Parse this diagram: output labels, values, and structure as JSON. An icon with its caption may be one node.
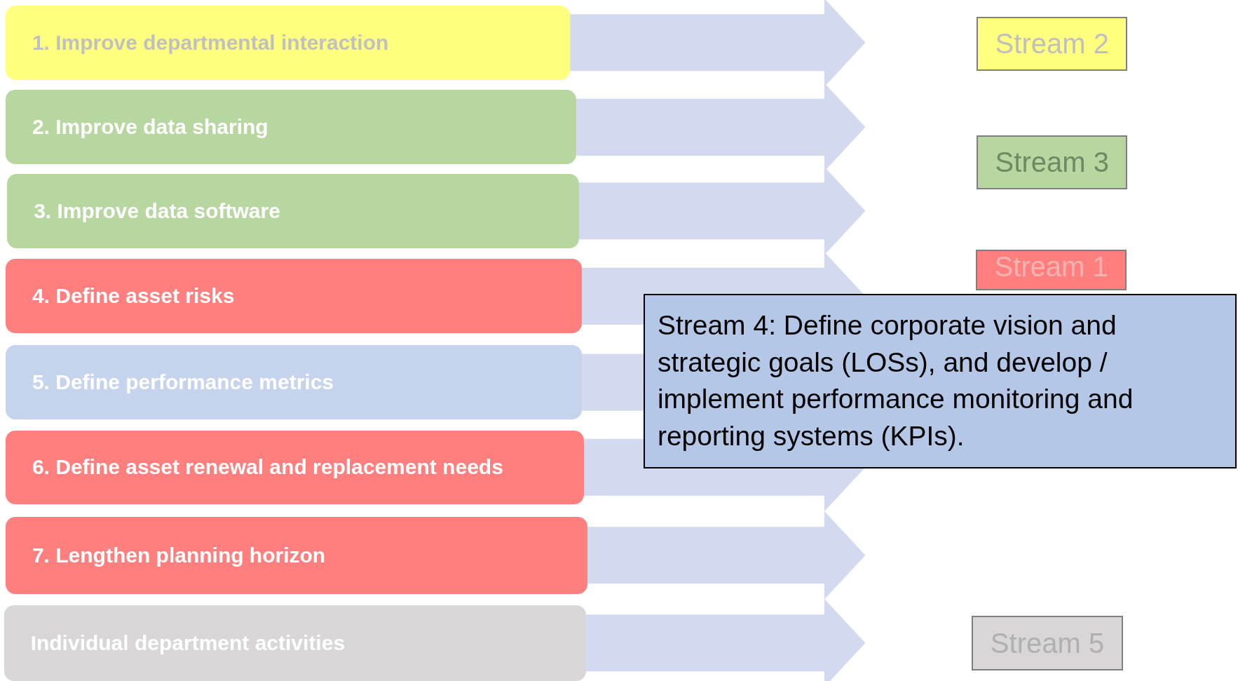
{
  "diagram": {
    "nodes": [
      {
        "text": [
          "1. Improve departmental interaction"
        ]
      },
      {
        "text": [
          "2. Improve data sharing"
        ]
      },
      {
        "text": [
          "3. Improve data software"
        ]
      },
      {
        "text": [
          "4. Define asset risks"
        ]
      },
      {
        "text": [
          "5. Define performance metrics"
        ]
      },
      {
        "text": [
          "6. Define asset renewal and replacement needs"
        ]
      },
      {
        "text": [
          "7.  Lengthen planning horizon"
        ]
      },
      {
        "text": [
          "Individual department activities"
        ]
      },
      {
        "text": [
          "Stream 2"
        ]
      },
      {
        "text": [
          "Stream 3"
        ]
      },
      {
        "text": [
          "Stream 1"
        ]
      },
      {
        "text": [
          "Stream 4: Define corporate vision and strategic goals (LOSs), and develop / implement performance monitoring and reporting systems (KPIs)."
        ]
      },
      {
        "text": [
          "Stream 5"
        ]
      }
    ],
    "edges": [
      {
        "from": 0,
        "to": null,
        "arrow": "to"
      },
      {
        "from": 1,
        "to": null,
        "arrow": "to"
      },
      {
        "from": 2,
        "to": null,
        "arrow": "to"
      },
      {
        "from": 3,
        "to": null,
        "arrow": "to"
      },
      {
        "from": 4,
        "to": null,
        "arrow": "to"
      },
      {
        "from": 5,
        "to": null,
        "arrow": "to"
      },
      {
        "from": 6,
        "to": null,
        "arrow": "to"
      },
      {
        "from": 7,
        "to": null,
        "arrow": "to"
      }
    ]
  }
}
